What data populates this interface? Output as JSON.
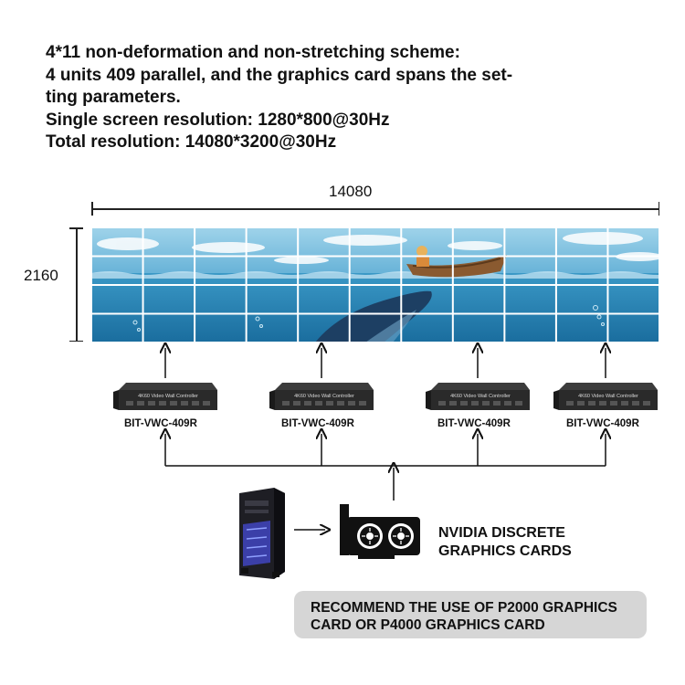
{
  "description": {
    "line1": "4*11 non-deformation and non-stretching scheme:",
    "line2": "4 units 409 parallel, and the graphics card spans the set-",
    "line3": "ting parameters.",
    "line4": "Single screen resolution: 1280*800@30Hz",
    "line5": "Total resolution: 14080*3200@30Hz"
  },
  "dimensions": {
    "width_label": "14080",
    "height_label": "2160"
  },
  "video_wall": {
    "rows": 4,
    "columns": 11
  },
  "controllers": [
    {
      "label": "BIT-VWC-409R",
      "panel_text": "4K60 Video Wall Controller"
    },
    {
      "label": "BIT-VWC-409R",
      "panel_text": "4K60 Video Wall Controller"
    },
    {
      "label": "BIT-VWC-409R",
      "panel_text": "4K60 Video Wall Controller"
    },
    {
      "label": "BIT-VWC-409R",
      "panel_text": "4K60 Video Wall Controller"
    }
  ],
  "graphics": {
    "label_line1": "NVIDIA DISCRETE",
    "label_line2": "GRAPHICS CARDS",
    "arrow": "→"
  },
  "recommendation": {
    "line1": "RECOMMEND THE USE OF P2000 GRAPHICS",
    "line2": "CARD OR P4000 GRAPHICS CARD"
  },
  "colors": {
    "sky": "#6db6d8",
    "sea": "#2e86b8",
    "deep_sea": "#1c6f9f",
    "controller": "#2a2a2a",
    "bezel": "#ffffff",
    "rec_box": "#d6d6d6"
  }
}
